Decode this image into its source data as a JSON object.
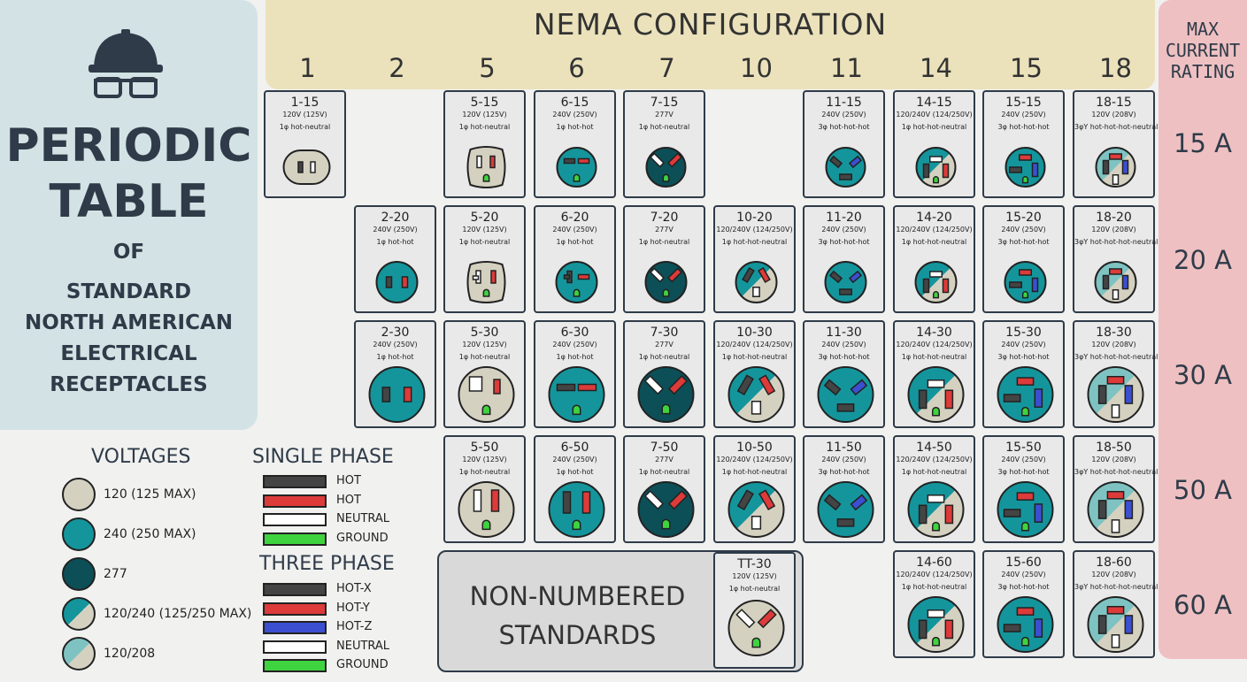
{
  "title": {
    "line1": "PERIODIC",
    "line2": "TABLE",
    "line3": "OF",
    "line4": "STANDARD",
    "line5": "NORTH AMERICAN",
    "line6": "ELECTRICAL",
    "line7": "RECEPTACLES",
    "icon": "hard-hat-glasses-icon"
  },
  "header": {
    "title": "NEMA CONFIGURATION",
    "columns": [
      "1",
      "2",
      "5",
      "6",
      "7",
      "10",
      "11",
      "14",
      "15",
      "18"
    ]
  },
  "ratings": {
    "title_line1": "MAX",
    "title_line2": "CURRENT",
    "title_line3": "RATING",
    "rows": [
      "15 A",
      "20 A",
      "30 A",
      "50 A",
      "60 A"
    ]
  },
  "colors": {
    "v120": "#d5d1c1",
    "v240": "#14959c",
    "v277": "#0c4f57",
    "v120_240": "#14959c/#d5d1c1",
    "v120_208": "#7ec3c2/#d5d1c1",
    "hot_x": "#444444",
    "hot_y": "#dd3a3a",
    "hot_z": "#3c4fd0",
    "neutral": "#ffffff",
    "ground": "#3fd33f"
  },
  "cells": [
    {
      "name": "1-15",
      "volt": "120V (125V)",
      "phase": "1φ hot-neutral",
      "type": "v120",
      "pins": "1"
    },
    {
      "name": "5-15",
      "volt": "120V (125V)",
      "phase": "1φ hot-neutral",
      "type": "v120",
      "pins": "5"
    },
    {
      "name": "6-15",
      "volt": "240V (250V)",
      "phase": "1φ hot-hot",
      "type": "v240",
      "pins": "6"
    },
    {
      "name": "7-15",
      "volt": "277V",
      "phase": "1φ hot-neutral",
      "type": "v277",
      "pins": "7"
    },
    {
      "name": "11-15",
      "volt": "240V (250V)",
      "phase": "3φ hot-hot-hot",
      "type": "v240",
      "pins": "11"
    },
    {
      "name": "14-15",
      "volt": "120/240V (124/250V)",
      "phase": "1φ hot-hot-neutral",
      "type": "v120_240",
      "pins": "14"
    },
    {
      "name": "15-15",
      "volt": "240V (250V)",
      "phase": "3φ hot-hot-hot",
      "type": "v240",
      "pins": "15"
    },
    {
      "name": "18-15",
      "volt": "120V (208V)",
      "phase": "3φY hot-hot-hot-neutral",
      "type": "v120_208",
      "pins": "18"
    },
    {
      "name": "2-20",
      "volt": "240V (250V)",
      "phase": "1φ hot-hot",
      "type": "v240",
      "pins": "2"
    },
    {
      "name": "5-20",
      "volt": "120V (125V)",
      "phase": "1φ hot-neutral",
      "type": "v120",
      "pins": "5"
    },
    {
      "name": "6-20",
      "volt": "240V (250V)",
      "phase": "1φ hot-hot",
      "type": "v240",
      "pins": "6"
    },
    {
      "name": "7-20",
      "volt": "277V",
      "phase": "1φ hot-neutral",
      "type": "v277",
      "pins": "7"
    },
    {
      "name": "10-20",
      "volt": "120/240V (124/250V)",
      "phase": "1φ hot-hot-neutral",
      "type": "v120_240",
      "pins": "10"
    },
    {
      "name": "11-20",
      "volt": "240V (250V)",
      "phase": "3φ hot-hot-hot",
      "type": "v240",
      "pins": "11"
    },
    {
      "name": "14-20",
      "volt": "120/240V (124/250V)",
      "phase": "1φ hot-hot-neutral",
      "type": "v120_240",
      "pins": "14"
    },
    {
      "name": "15-20",
      "volt": "240V (250V)",
      "phase": "3φ hot-hot-hot",
      "type": "v240",
      "pins": "15"
    },
    {
      "name": "18-20",
      "volt": "120V (208V)",
      "phase": "3φY hot-hot-hot-neutral",
      "type": "v120_208",
      "pins": "18"
    },
    {
      "name": "2-30",
      "volt": "240V (250V)",
      "phase": "1φ hot-hot",
      "type": "v240",
      "pins": "2"
    },
    {
      "name": "5-30",
      "volt": "120V (125V)",
      "phase": "1φ hot-neutral",
      "type": "v120",
      "pins": "5"
    },
    {
      "name": "6-30",
      "volt": "240V (250V)",
      "phase": "1φ hot-hot",
      "type": "v240",
      "pins": "6"
    },
    {
      "name": "7-30",
      "volt": "277V",
      "phase": "1φ hot-neutral",
      "type": "v277",
      "pins": "7"
    },
    {
      "name": "10-30",
      "volt": "120/240V (124/250V)",
      "phase": "1φ hot-hot-neutral",
      "type": "v120_240",
      "pins": "10"
    },
    {
      "name": "11-30",
      "volt": "240V (250V)",
      "phase": "3φ hot-hot-hot",
      "type": "v240",
      "pins": "11"
    },
    {
      "name": "14-30",
      "volt": "120/240V (124/250V)",
      "phase": "1φ hot-hot-neutral",
      "type": "v120_240",
      "pins": "14"
    },
    {
      "name": "15-30",
      "volt": "240V (250V)",
      "phase": "3φ hot-hot-hot",
      "type": "v240",
      "pins": "15"
    },
    {
      "name": "18-30",
      "volt": "120V (208V)",
      "phase": "3φY hot-hot-hot-neutral",
      "type": "v120_208",
      "pins": "18"
    },
    {
      "name": "5-50",
      "volt": "120V (125V)",
      "phase": "1φ hot-neutral",
      "type": "v120",
      "pins": "5"
    },
    {
      "name": "6-50",
      "volt": "240V (250V)",
      "phase": "1φ hot-hot",
      "type": "v240",
      "pins": "6"
    },
    {
      "name": "7-50",
      "volt": "277V",
      "phase": "1φ hot-neutral",
      "type": "v277",
      "pins": "7"
    },
    {
      "name": "10-50",
      "volt": "120/240V (124/250V)",
      "phase": "1φ hot-hot-neutral",
      "type": "v120_240",
      "pins": "10"
    },
    {
      "name": "11-50",
      "volt": "240V (250V)",
      "phase": "3φ hot-hot-hot",
      "type": "v240",
      "pins": "11"
    },
    {
      "name": "14-50",
      "volt": "120/240V (124/250V)",
      "phase": "1φ hot-hot-neutral",
      "type": "v120_240",
      "pins": "14"
    },
    {
      "name": "15-50",
      "volt": "240V (250V)",
      "phase": "3φ hot-hot-hot",
      "type": "v240",
      "pins": "15"
    },
    {
      "name": "18-50",
      "volt": "120V (208V)",
      "phase": "3φY hot-hot-hot-neutral",
      "type": "v120_208",
      "pins": "18"
    },
    {
      "name": "TT-30",
      "volt": "120V (125V)",
      "phase": "1φ hot-neutral",
      "type": "v120",
      "pins": "TT"
    },
    {
      "name": "14-60",
      "volt": "120/240V (124/250V)",
      "phase": "1φ hot-hot-neutral",
      "type": "v120_240",
      "pins": "14"
    },
    {
      "name": "15-60",
      "volt": "240V (250V)",
      "phase": "3φ hot-hot-hot",
      "type": "v240",
      "pins": "15"
    },
    {
      "name": "18-60",
      "volt": "120V (208V)",
      "phase": "3φY hot-hot-hot-neutral",
      "type": "v120_208",
      "pins": "18"
    }
  ],
  "voltages": {
    "heading": "VOLTAGES",
    "items": [
      {
        "label": "120 (125 MAX)",
        "type": "v120"
      },
      {
        "label": "240 (250 MAX)",
        "type": "v240"
      },
      {
        "label": "277",
        "type": "v277"
      },
      {
        "label": "120/240 (125/250 MAX)",
        "type": "v120_240"
      },
      {
        "label": "120/208",
        "type": "v120_208"
      }
    ]
  },
  "single_phase": {
    "heading": "SINGLE PHASE",
    "items": [
      {
        "label": "HOT",
        "color": "#444444"
      },
      {
        "label": "HOT",
        "color": "#dd3a3a"
      },
      {
        "label": "NEUTRAL",
        "color": "#ffffff"
      },
      {
        "label": "GROUND",
        "color": "#3fd33f"
      }
    ]
  },
  "three_phase": {
    "heading": "THREE PHASE",
    "items": [
      {
        "label": "HOT-X",
        "color": "#444444"
      },
      {
        "label": "HOT-Y",
        "color": "#dd3a3a"
      },
      {
        "label": "HOT-Z",
        "color": "#3c4fd0"
      },
      {
        "label": "NEUTRAL",
        "color": "#ffffff"
      },
      {
        "label": "GROUND",
        "color": "#3fd33f"
      }
    ]
  },
  "non_numbered": {
    "line1": "NON-NUMBERED",
    "line2": "STANDARDS"
  }
}
